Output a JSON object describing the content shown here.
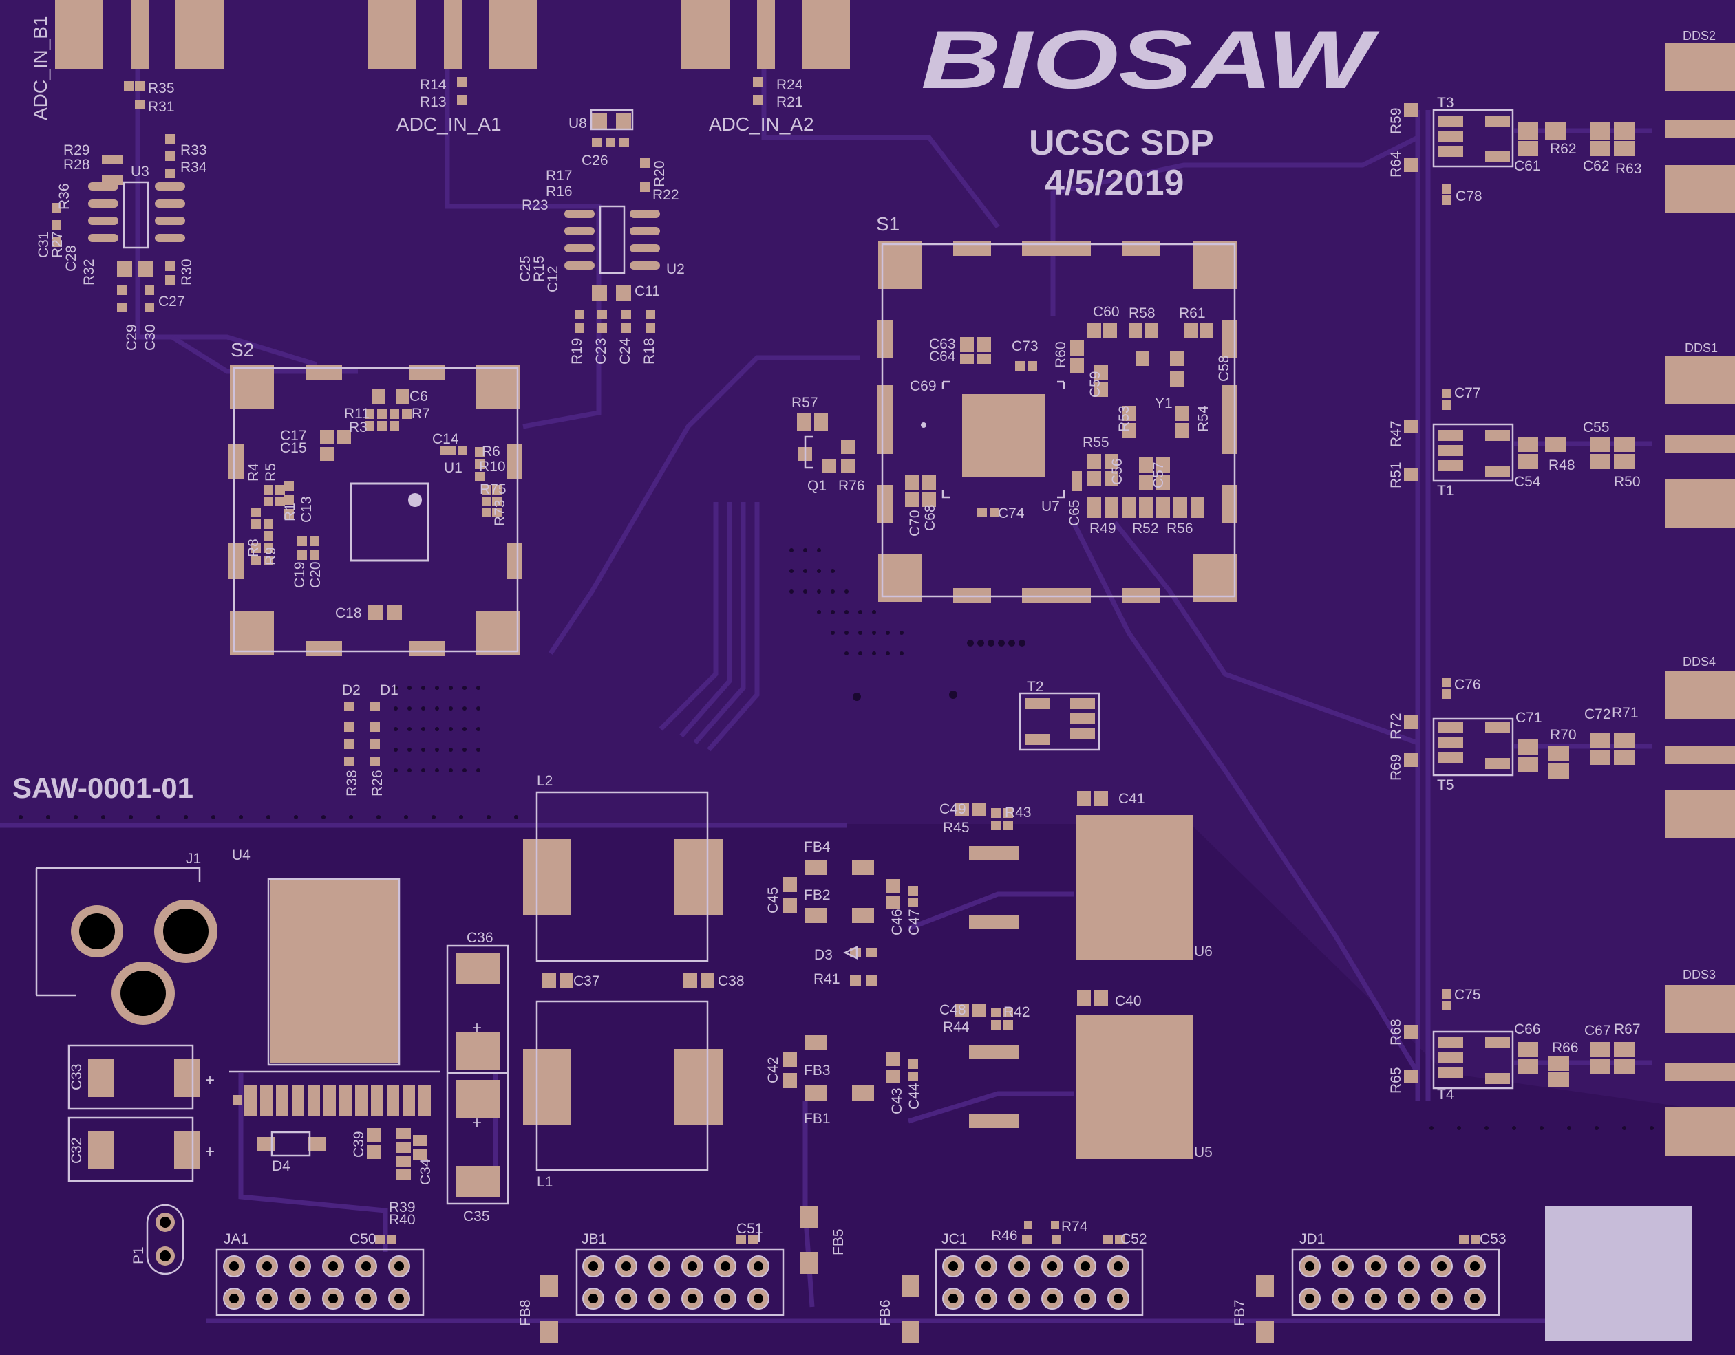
{
  "board": {
    "logo": "BIOSAW",
    "institution": "UCSC SDP",
    "date": "4/5/2019",
    "part_number": "SAW-0001-01",
    "colors": {
      "mask": "#3a1564",
      "mask_dark": "#33105a",
      "copper_trace": "#4b2380",
      "pad": "#c4a090",
      "silk": "#cfc2dc",
      "drill": "#000000",
      "void_square": "#c7bcd9"
    }
  },
  "net_labels": [
    "ADC_IN_B1",
    "ADC_IN_A1",
    "ADC_IN_A2"
  ],
  "designators": [
    "R35",
    "R31",
    "R14",
    "R13",
    "R24",
    "R21",
    "U8",
    "C26",
    "R29",
    "R28",
    "R33",
    "R34",
    "U3",
    "R36",
    "C31",
    "R27",
    "C28",
    "R32",
    "R30",
    "C27",
    "C29",
    "C30",
    "R17",
    "R16",
    "R20",
    "R22",
    "R23",
    "C25",
    "R15",
    "C12",
    "U2",
    "C11",
    "R19",
    "C23",
    "C24",
    "R18",
    "S1",
    "S2",
    "C6",
    "R11",
    "R7",
    "R3",
    "C17",
    "C15",
    "C14",
    "R6",
    "U1",
    "R10",
    "R4",
    "R5",
    "R1",
    "C13",
    "R75",
    "R73",
    "R8",
    "R9",
    "C19",
    "C20",
    "C18",
    "C60",
    "R58",
    "R61",
    "C63",
    "C64",
    "C73",
    "R60",
    "C59",
    "C58",
    "C69",
    "Y1",
    "R53",
    "R54",
    "R57",
    "R55",
    "C56",
    "C57",
    "Q1",
    "R76",
    "C70",
    "C68",
    "C74",
    "U7",
    "C65",
    "R49",
    "R52",
    "R56",
    "DDS2",
    "T3",
    "R59",
    "R64",
    "C61",
    "R62",
    "C62",
    "R63",
    "C78",
    "DDS1",
    "C77",
    "R47",
    "R51",
    "T1",
    "C55",
    "C54",
    "R48",
    "R50",
    "DDS4",
    "C76",
    "R72",
    "R69",
    "T5",
    "C71",
    "R70",
    "C72",
    "R71",
    "T2",
    "D2",
    "D1",
    "R38",
    "R26",
    "L2",
    "C49",
    "R43",
    "R45",
    "C41",
    "FB4",
    "FB2",
    "C45",
    "C46",
    "C47",
    "U6",
    "J1",
    "U4",
    "D3",
    "R41",
    "C36",
    "C37",
    "C38",
    "C48",
    "R42",
    "R44",
    "C40",
    "C75",
    "R68",
    "R65",
    "T4",
    "C66",
    "R66",
    "C67",
    "R67",
    "DDS3",
    "C33",
    "C32",
    "FB3",
    "C42",
    "C43",
    "C44",
    "FB1",
    "U5",
    "D4",
    "C39",
    "C34",
    "R39",
    "R40",
    "C35",
    "L1",
    "P1",
    "JA1",
    "C50",
    "JB1",
    "C51",
    "FB5",
    "R46",
    "R74",
    "JC1",
    "C52",
    "JD1",
    "C53",
    "FB8",
    "FB6",
    "FB7"
  ]
}
